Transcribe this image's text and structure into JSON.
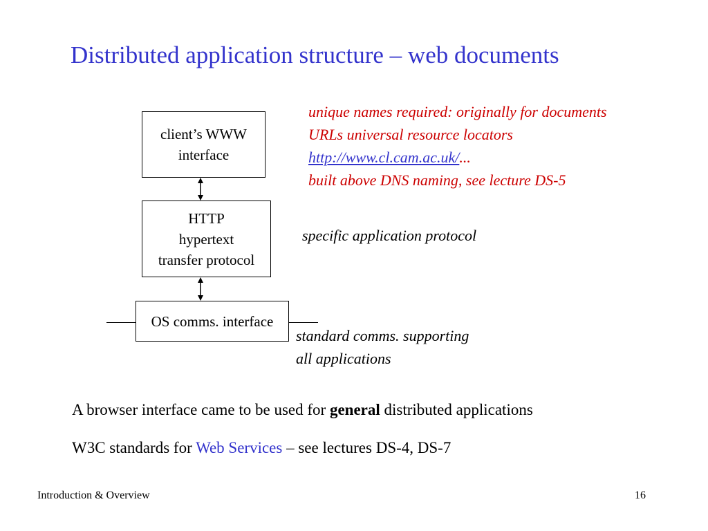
{
  "title": "Distributed application structure – web documents",
  "diagram": {
    "client_box": [
      "client’s WWW",
      "interface"
    ],
    "http_box": [
      "HTTP",
      "hypertext",
      "transfer protocol"
    ],
    "os_box": "OS comms. interface"
  },
  "notes": {
    "naming": {
      "line1": "unique names required: originally for documents",
      "line2": "URLs universal resource locators",
      "link": "http://www.cl.cam.ac.uk/",
      "link_suffix": "...",
      "line4": "built above DNS naming, see lecture DS-5"
    },
    "specific": "specific application protocol",
    "standard": [
      "standard comms. supporting",
      "all applications"
    ]
  },
  "body": {
    "line1_pre": "A browser interface came to be used for ",
    "line1_bold": "general",
    "line1_post": " distributed applications",
    "line2_pre": "W3C standards for ",
    "line2_link": "Web Services",
    "line2_post": " – see lectures DS-4, DS-7"
  },
  "footer": {
    "left": "Introduction & Overview",
    "page": "16"
  },
  "colors": {
    "title": "#3333cc",
    "note_red": "#cc0000",
    "link": "#3333cc"
  }
}
